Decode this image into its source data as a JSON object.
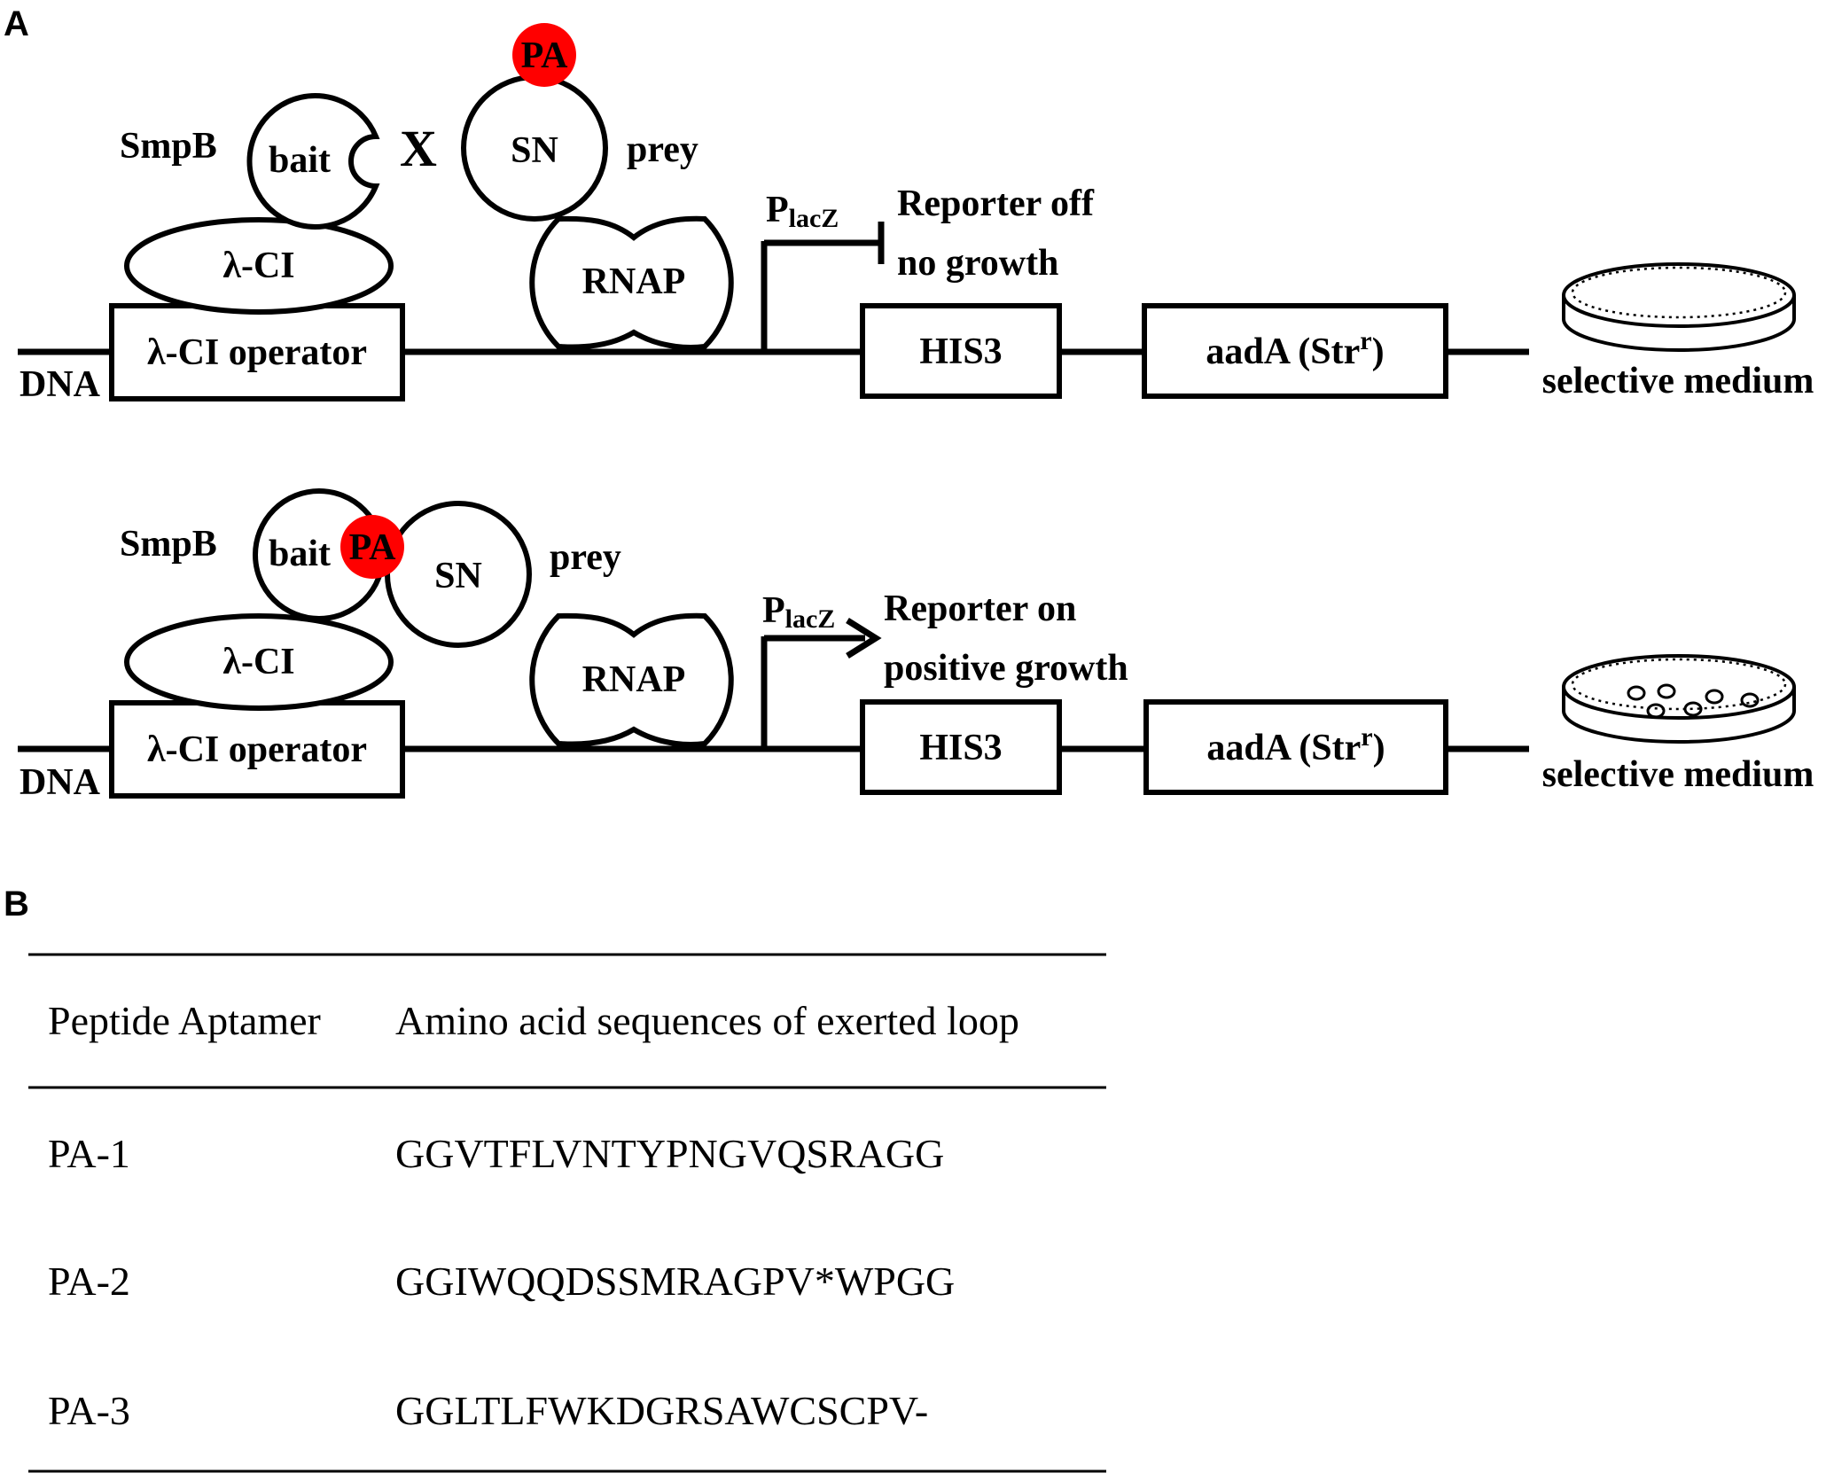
{
  "panels": {
    "a": "A",
    "b": "B"
  },
  "top": {
    "smpb": "SmpB",
    "bait": "bait",
    "cross": "X",
    "sn": "SN",
    "prey": "prey",
    "pa": "PA",
    "lambda_ci": "λ-CI",
    "rnap": "RNAP",
    "placz_p": "P",
    "placz_sub": "lacZ",
    "reporter_line1": "Reporter off",
    "reporter_line2": "no growth",
    "operator": "λ-CI operator",
    "dna": "DNA",
    "his3": "HIS3",
    "aada": "aadA (Str",
    "aada_sup": "r",
    "aada_close": ")",
    "medium": "selective medium"
  },
  "bottom": {
    "smpb": "SmpB",
    "bait": "bait",
    "pa": "PA",
    "sn": "SN",
    "prey": "prey",
    "lambda_ci": "λ-CI",
    "rnap": "RNAP",
    "placz_p": "P",
    "placz_sub": "lacZ",
    "reporter_line1": "Reporter on",
    "reporter_line2": "positive growth",
    "operator": "λ-CI operator",
    "dna": "DNA",
    "his3": "HIS3",
    "aada": "aadA (Str",
    "aada_sup": "r",
    "aada_close": ")",
    "medium": "selective medium"
  },
  "table": {
    "headers": [
      "Peptide Aptamer",
      "Amino acid sequences of exerted loop"
    ],
    "rows": [
      [
        "PA-1",
        "GGVTFLVNTYPNGVQSRAGG"
      ],
      [
        "PA-2",
        "GGIWQQDSSMRAGPV*WPGG"
      ],
      [
        "PA-3",
        "GGLTLFWKDGRSAWCSCPV-"
      ]
    ]
  },
  "colors": {
    "pa": "#ff0000",
    "ink": "#000000"
  }
}
